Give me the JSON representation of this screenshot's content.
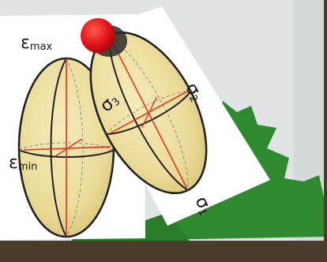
{
  "labels": {
    "emax": {
      "symbol": "ε",
      "sub": "max"
    },
    "emin": {
      "symbol": "ε",
      "sub": "min"
    },
    "s3": {
      "symbol": "σ",
      "sub": "3"
    },
    "s2": {
      "symbol": "σ",
      "sub": "2"
    },
    "s1": {
      "symbol": "σ",
      "sub": "1"
    }
  },
  "colors": {
    "ellipsoid_fill": "#ecdc9a",
    "axis_red": "#e0341e",
    "pin_red": "#e0141a",
    "leaf_green": "#2f8a2f",
    "paper": "#ffffff",
    "board": "#dfe3e3"
  }
}
